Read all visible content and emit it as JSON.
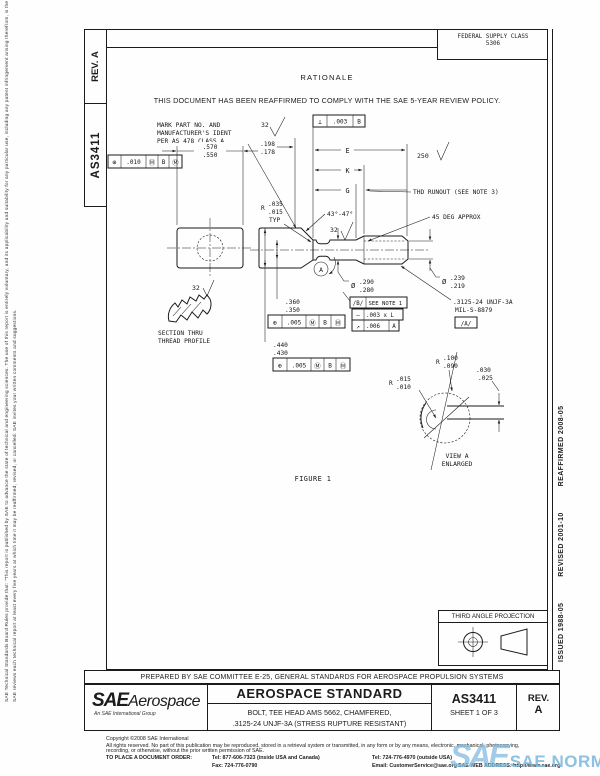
{
  "page": {
    "federal_class_line1": "FEDERAL SUPPLY CLASS",
    "federal_class_line2": "5306",
    "rationale_title": "RATIONALE",
    "rationale_text": "THIS DOCUMENT HAS BEEN REAFFIRMED TO COMPLY WITH THE SAE 5-YEAR REVIEW POLICY.",
    "figure_caption": "FIGURE 1"
  },
  "sidebar": {
    "rev_label": "REV.",
    "rev_value": "A",
    "doc_number": "AS3411"
  },
  "margins": {
    "left_line1": "SAE Technical Standards Board Rules provide that: \"This report is published by SAE to advance the state of technical and engineering sciences. The use of this report is entirely voluntary, and its applicability and suitability for any particular use, including any patent infringement arising therefrom, is the sole responsibility of the user.\"",
    "left_line2": "SAE reviews each technical report at least every five years at which time it may be reaffirmed, revised, or cancelled. SAE invites your written comments and suggestions.",
    "dates": [
      "ISSUED 1988-05",
      "REVISED 2001-10",
      "REAFFIRMED 2008-05"
    ]
  },
  "figure": {
    "finish_32": "32",
    "finish_250": "250",
    "perp": {
      "sym": "⊥",
      "tol": ".003",
      "datum": "B"
    },
    "mark_note": [
      "MARK PART NO. AND",
      "MANUFACTURER'S IDENT",
      "PER AS 478 CLASS A"
    ],
    "dim_198": [
      ".198",
      ".178"
    ],
    "dim_570": [
      ".570",
      ".550"
    ],
    "pos_010": {
      "sym": "⊕",
      "tol": ".010",
      "mod1": "Ⓜ",
      "datum": "B",
      "mod2": "Ⓜ"
    },
    "dim_letters": {
      "e": "E",
      "k": "K",
      "g": "G"
    },
    "thd_runout": "THD RUNOUT (SEE NOTE 3)",
    "radius_note": {
      "r": "R",
      "v1": ".035",
      "v2": ".015",
      "suffix": "TYP"
    },
    "angle_4347": "43°-47°",
    "deg45": "45 DEG APPROX",
    "view_a_letter": "A",
    "dia_290": {
      "sym": "Ø",
      "v1": ".290",
      "v2": ".280"
    },
    "dia_239": {
      "sym": "Ø",
      "v1": ".239",
      "v2": ".219"
    },
    "datum_b_flag": "/B/",
    "see_note_1": "SEE NOTE 1",
    "straightness": {
      "sym": "—",
      "val": ".003 x L"
    },
    "runout": {
      "sym": "↗",
      "val": ".006",
      "datum": "A"
    },
    "thread_spec": [
      ".3125-24 UNJF-3A",
      "MIL-S-8879"
    ],
    "datum_a_flag": "/A/",
    "dim_360": [
      ".360",
      ".350"
    ],
    "pos_005a": {
      "sym": "⊕",
      "tol": ".005",
      "mod1": "Ⓜ",
      "datum": "B",
      "mod2": "Ⓜ"
    },
    "dim_440": [
      ".440",
      ".430"
    ],
    "pos_005b": {
      "sym": "⊕",
      "tol": ".005",
      "mod1": "Ⓜ",
      "datum": "B",
      "mod2": "Ⓜ"
    },
    "section_caption": [
      "SECTION THRU",
      "THREAD PROFILE"
    ],
    "view_a": {
      "r100": {
        "r": "R",
        "v1": ".100",
        "v2": ".090"
      },
      "depth": {
        "v1": ".030",
        "v2": ".025"
      },
      "r015": {
        "r": "R",
        "v1": ".015",
        "v2": ".010"
      },
      "caption": [
        "VIEW A",
        "ENLARGED"
      ]
    }
  },
  "projection": {
    "title": "THIRD ANGLE PROJECTION"
  },
  "title_block": {
    "prepared_by": "PREPARED BY SAE COMMITTEE E-25, GENERAL STANDARDS FOR AEROSPACE PROPULSION SYSTEMS",
    "logo_sae": "SAE",
    "logo_aerospace": "Aerospace",
    "logo_tagline": "An SAE International Group",
    "standard_type": "AEROSPACE STANDARD",
    "title_line1": "BOLT, TEE HEAD   AMS 5662, CHAMFERED,",
    "title_line2": ".3125-24 UNJF-3A (STRESS RUPTURE RESISTANT)",
    "doc_number": "AS3411",
    "sheet": "SHEET 1 OF 3",
    "rev_label": "REV.",
    "rev_value": "A"
  },
  "footer": {
    "copyright": "Copyright ©2008 SAE International",
    "rights_line1": "All rights reserved. No part of this publication may be reproduced, stored in a retrieval system or transmitted, in any form or by any means, electronic, mechanical, photocopying,",
    "rights_line2": "recording, or otherwise, without the prior written permission of SAE.",
    "order_label": "TO PLACE A DOCUMENT ORDER:",
    "tel1": "Tel: 877-606-7323 (inside USA and Canada)",
    "tel2": "Tel: 724-776-4970 (outside USA)",
    "fax": "Fax: 724-776-0790",
    "email": "Email: CustomerService@sae.org",
    "web": "SAE WEB ADDRESS: http://www.sae.org"
  },
  "watermark": {
    "brand": "SAE",
    "name": "SAE NORM"
  }
}
